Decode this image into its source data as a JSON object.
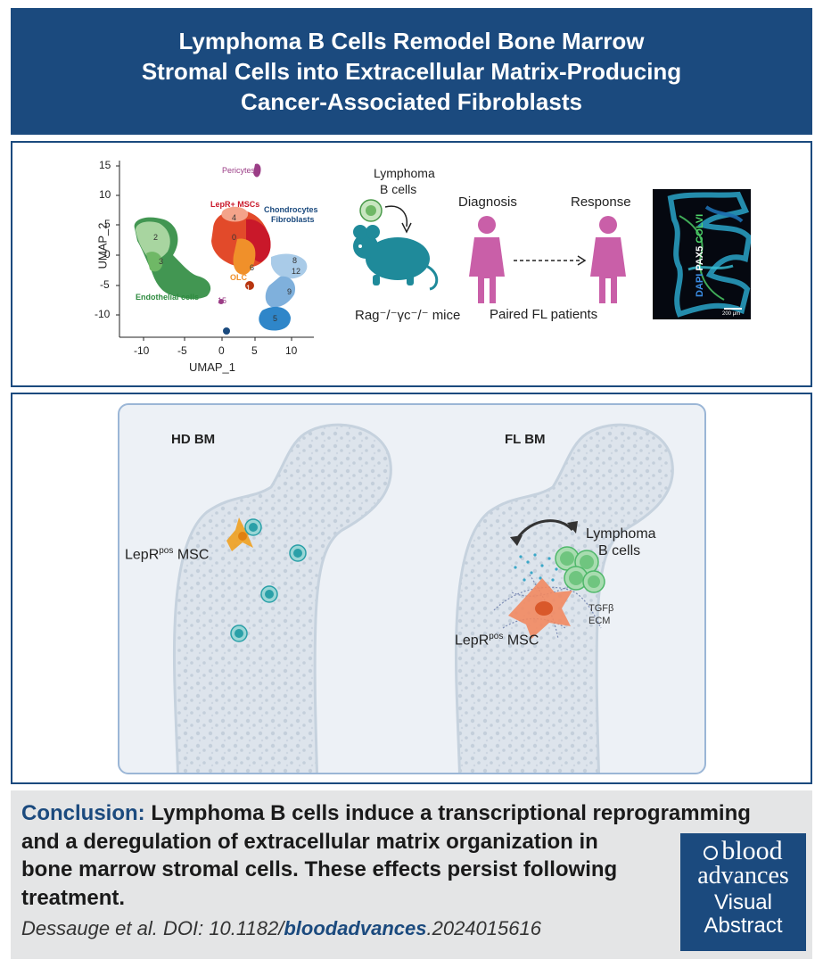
{
  "header": {
    "title_line1": "Lymphoma B Cells Remodel Bone Marrow",
    "title_line2": "Stromal Cells into Extracellular Matrix-Producing",
    "title_line3": "Cancer-Associated Fibroblasts"
  },
  "umap": {
    "ylabel": "UMAP_2",
    "xlabel": "UMAP_1",
    "yticks": [
      "15",
      "10",
      "5",
      "0",
      "-5",
      "-10"
    ],
    "xticks": [
      "-10",
      "-5",
      "0",
      "5",
      "10"
    ],
    "labels": {
      "pericytes": "Pericytes",
      "lepr": "LepR+ MSCs",
      "chondro1": "Chondrocytes",
      "chondro2": "Fibroblasts",
      "olc": "OLC",
      "endothelial": "Endothelial cells"
    },
    "cluster_numbers": [
      "2",
      "3",
      "4",
      "0",
      "8",
      "12",
      "9",
      "5",
      "15",
      "6",
      "1"
    ],
    "colors": {
      "endothelial": "#2e8b3f",
      "endothelial_light": "#a8d5a0",
      "lepr": "#e24a2a",
      "lepr_light": "#f4a38a",
      "chondro": "#2f86c9",
      "chondro_light": "#a9cbe8",
      "olc": "#f0902a",
      "pericytes": "#9b3d86"
    }
  },
  "model": {
    "cells_label_1": "Lymphoma",
    "cells_label_2": "B cells",
    "mice_label": "Rag⁻/⁻γc⁻/⁻ mice",
    "diagnosis": "Diagnosis",
    "response": "Response",
    "patients_label": "Paired FL patients",
    "stain_dapi": "DAPI",
    "stain_pax5": "PAX5",
    "stain_colvi": "COLVI",
    "scale": "200 μm",
    "mouse_color": "#1f8a9a",
    "patient_color": "#c95fa8"
  },
  "bones": {
    "hd_title": "HD BM",
    "fl_title": "FL BM",
    "hd_msc": "LepR",
    "hd_msc_sup": "pos",
    "hd_msc_suffix": " MSC",
    "fl_msc": "LepR",
    "fl_msc_sup": "pos",
    "fl_msc_suffix": " MSC",
    "fl_lymphoma_1": "Lymphoma",
    "fl_lymphoma_2": "B cells",
    "tgfb": "TGFβ",
    "ecm": "ECM"
  },
  "conclusion": {
    "label": "Conclusion:",
    "text_1": " Lymphoma B cells induce a transcriptional reprogramming",
    "text_2": "and a deregulation of extracellular matrix organization in",
    "text_3": "bone marrow stromal cells. These effects persist following",
    "text_4": "treatment."
  },
  "citation": {
    "prefix": "Dessauge et al. DOI: 10.1182/",
    "journal": "bloodadvances",
    "suffix": ".2024015616"
  },
  "logo": {
    "line1": "blood",
    "line2": "advances",
    "line3": "Visual",
    "line4": "Abstract"
  }
}
